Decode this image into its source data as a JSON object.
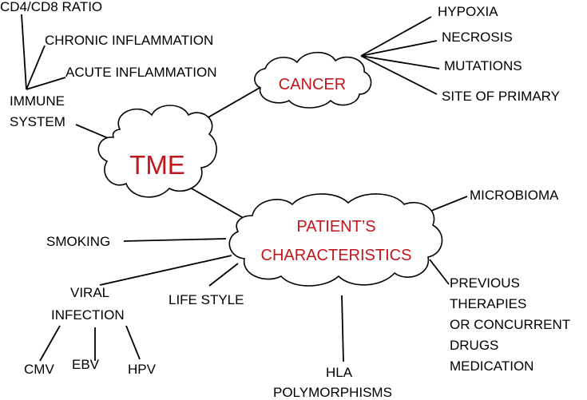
{
  "colors": {
    "hub_text": "#c0161c",
    "text": "#000000",
    "line": "#000000",
    "background": "#ffffff"
  },
  "hubs": {
    "tme": "TME",
    "cancer": "CANCER",
    "patient_line1": "PATIENT’S",
    "patient_line2": "CHARACTERISTICS"
  },
  "immune": {
    "cd4_cd8": "CD4/CD8 RATIO",
    "chronic": "CHRONIC INFLAMMATION",
    "acute": "ACUTE INFLAMMATION",
    "line1": "IMMUNE",
    "line2": "SYSTEM"
  },
  "cancer_factors": {
    "hypoxia": "HYPOXIA",
    "necrosis": "NECROSIS",
    "mutations": "MUTATIONS",
    "site": "SITE OF PRIMARY"
  },
  "patient_factors": {
    "microbioma": "MICROBIOMA",
    "smoking": "SMOKING",
    "viral_line1": "VIRAL",
    "viral_line2": "INFECTION",
    "cmv": "CMV",
    "ebv": "EBV",
    "hpv": "HPV",
    "life_style": "LIFE STYLE",
    "hla_line1": "HLA",
    "hla_line2": "POLYMORPHISMS",
    "previous_lines": [
      "PREVIOUS",
      "THERAPIES",
      "OR CONCURRENT",
      "DRUGS",
      "MEDICATION"
    ]
  }
}
